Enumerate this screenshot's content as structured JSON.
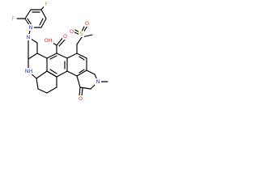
{
  "molecule": {
    "colors": {
      "fluorine": "#8DB04B",
      "nitrogen": "#2536D9",
      "oxygen": "#E0261F",
      "sulfur": "#B9A11E",
      "carbon_bond": "#000000"
    },
    "labels": {
      "f_top": "F",
      "f_left": "F",
      "n_pyridine": "N",
      "n_piperidine": "N",
      "nh": "NH",
      "oh": "OH",
      "o_carboxyl": "O",
      "s_sulfonyl": "S",
      "o_sulfonyl_left": "O",
      "o_sulfonyl_top": "O",
      "n_lactam": "N",
      "o_lactam": "O"
    }
  }
}
